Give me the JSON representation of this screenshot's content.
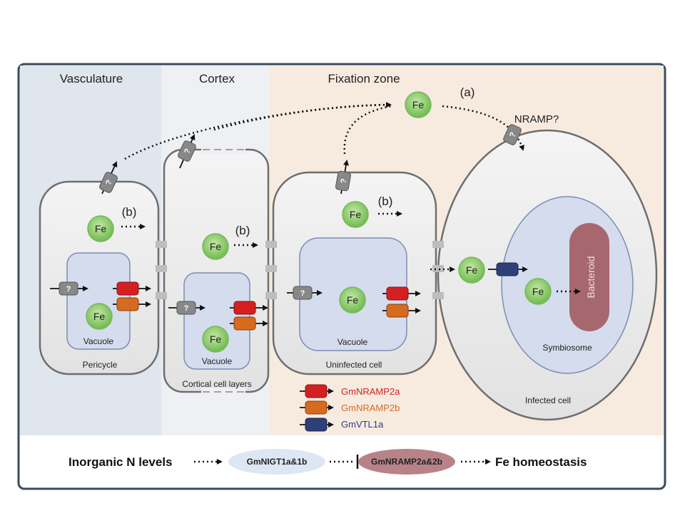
{
  "regions": {
    "vasculature": "Vasculature",
    "cortex": "Cortex",
    "fixation_zone": "Fixation zone"
  },
  "cells": {
    "pericycle": "Pericycle",
    "cortical": "Cortical cell layers",
    "uninfected": "Uninfected cell",
    "infected": "Infected cell"
  },
  "organelles": {
    "vacuole": "Vacuole",
    "symbiosome": "Symbiosome",
    "bacteroid": "Bacteroid"
  },
  "symbols": {
    "fe": "Fe",
    "unknown_transporter": "?",
    "route_a": "(a)",
    "route_b": "(b)",
    "nramp_question": "NRAMP?"
  },
  "legend": [
    {
      "label": "GmNRAMP2a",
      "color": "#d42020"
    },
    {
      "label": "GmNRAMP2b",
      "color": "#d66a1f"
    },
    {
      "label": "GmVTL1a",
      "color": "#2f3f7a"
    }
  ],
  "pathway": {
    "step1": "Inorganic N levels",
    "step2": "GmNIGT1a&1b",
    "step3": "GmNRAMP2a&2b",
    "step4": "Fe homeostasis"
  },
  "colors": {
    "vasculature_bg": "#dfe6ee",
    "cortex_bg": "#eef0f3",
    "fixation_bg": "#f7ebe0",
    "fe_green": "#7cc35d",
    "unknown_transporter": "#888888",
    "vacuole_fill": "#d4dcee",
    "bacteroid": "#a7676e"
  }
}
